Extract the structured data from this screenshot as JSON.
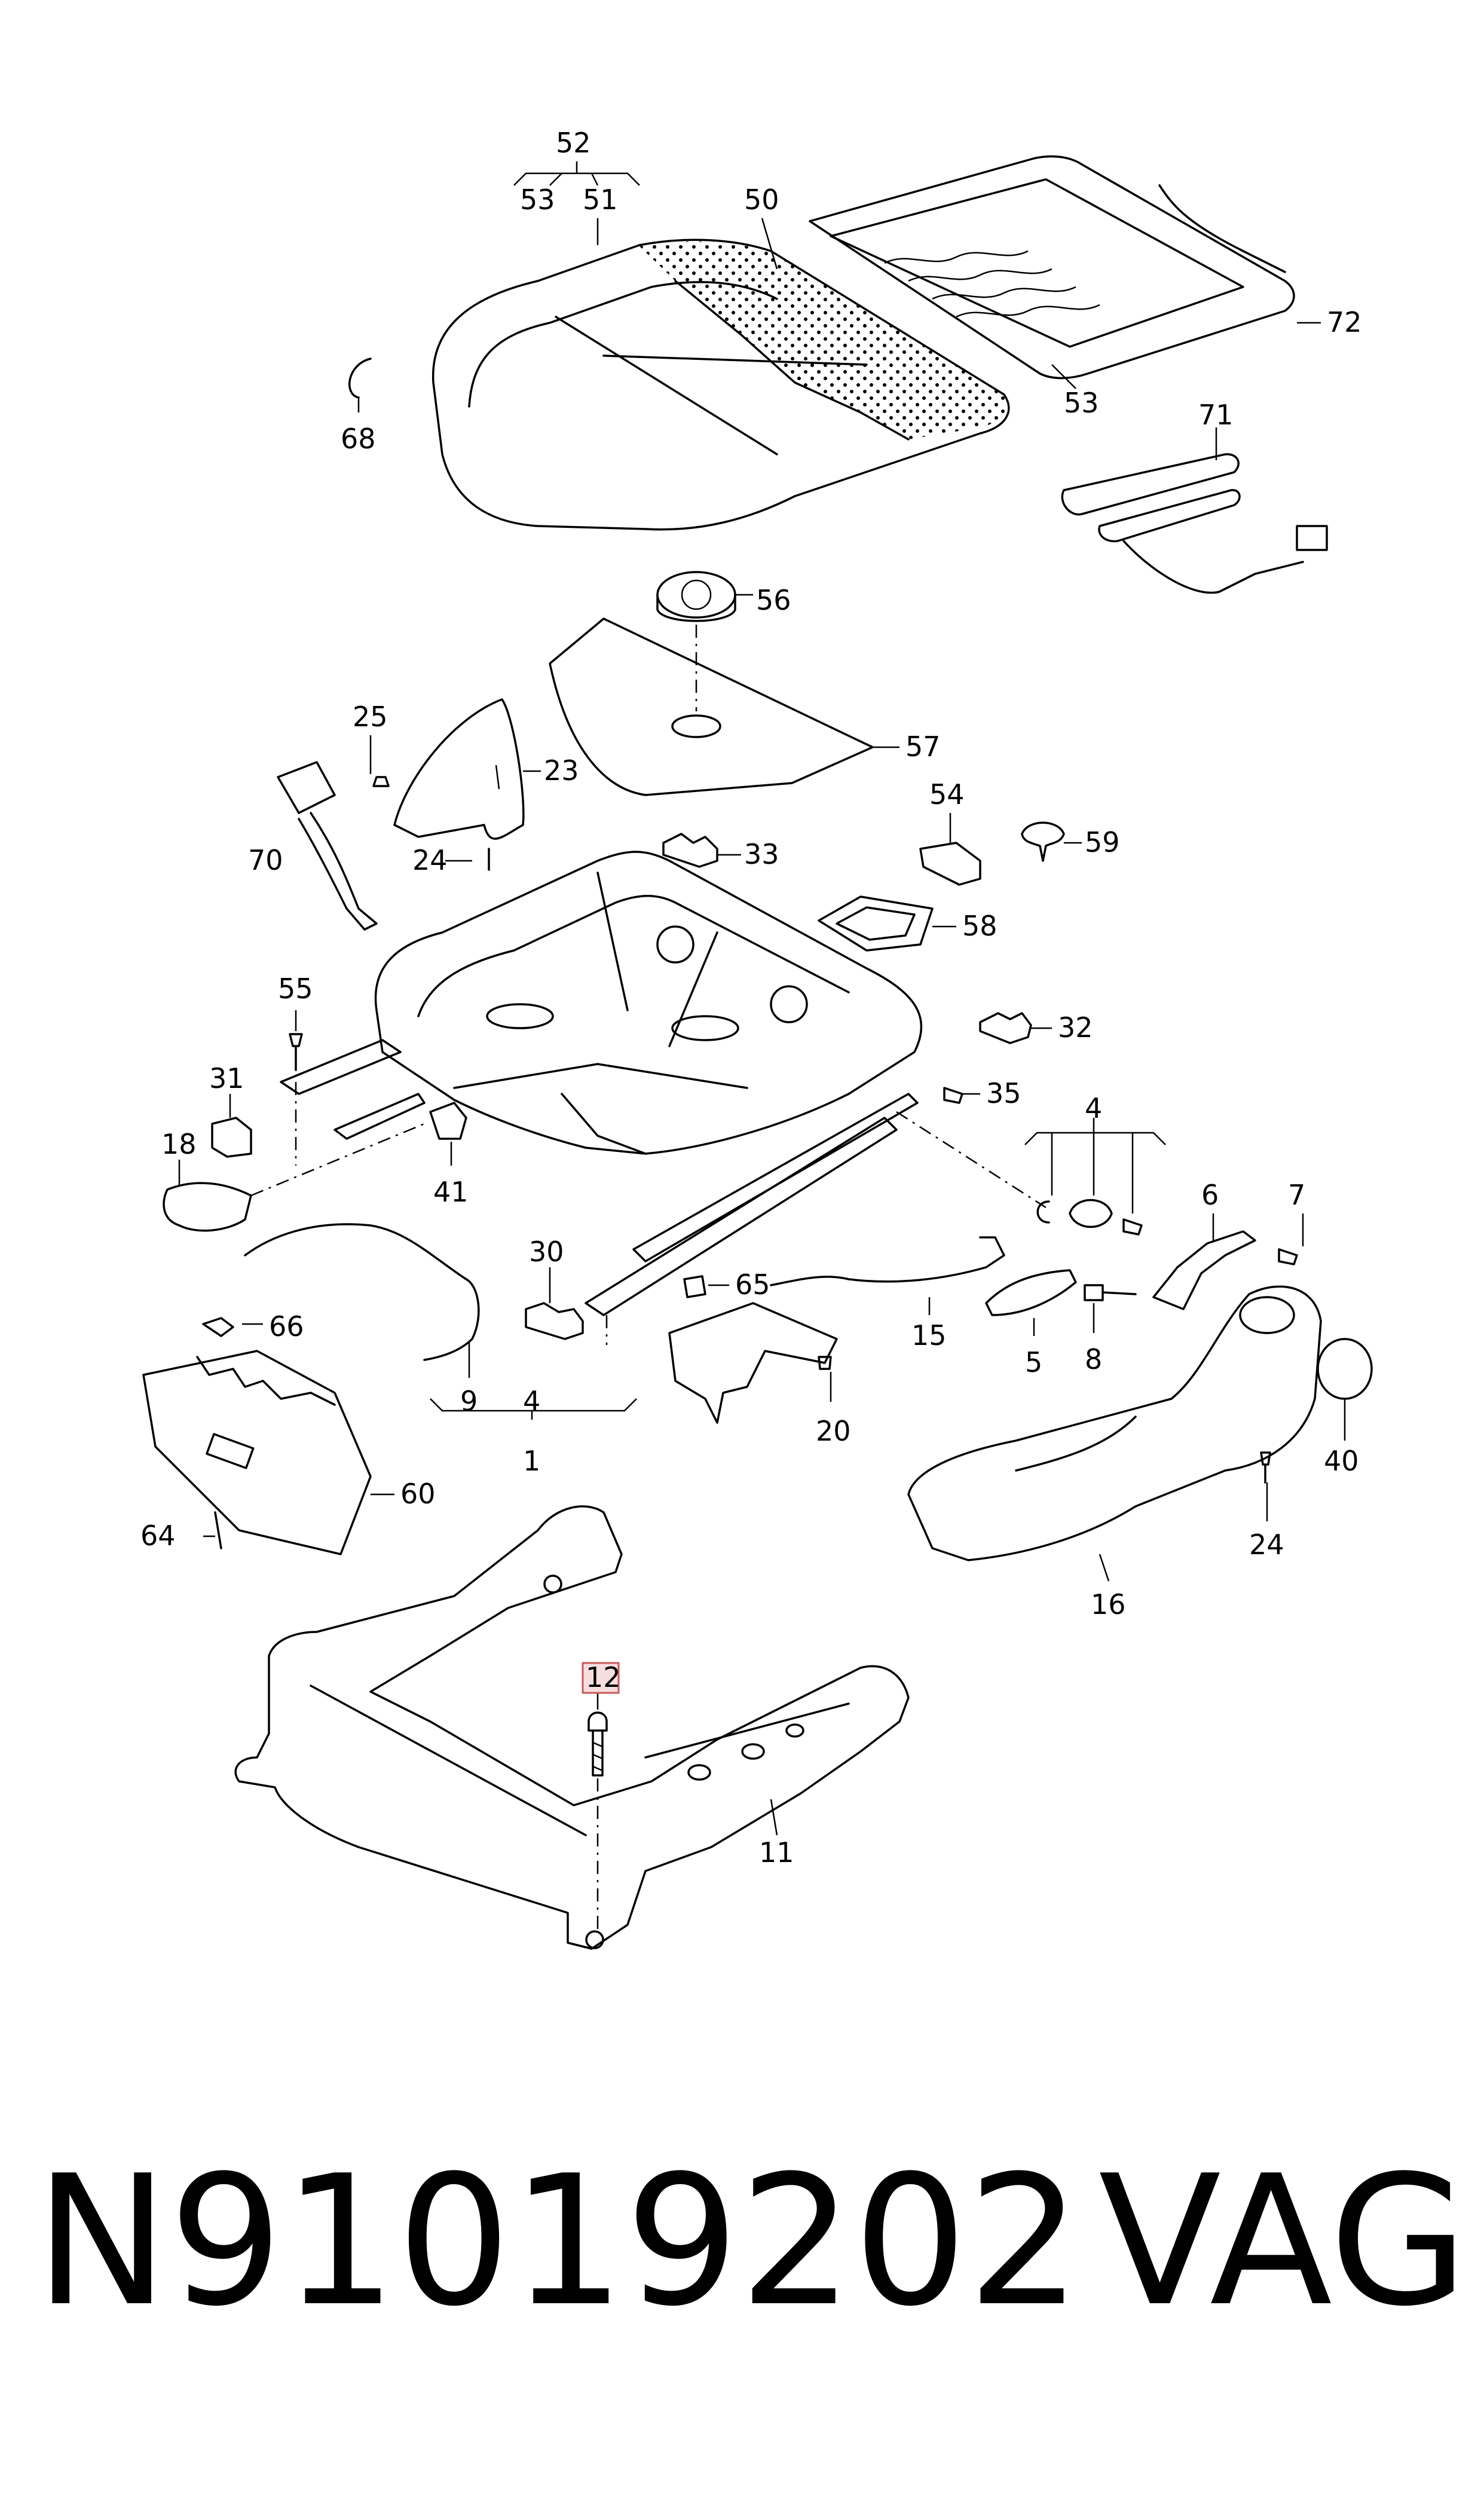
{
  "callouts": {
    "c52": "52",
    "c53a": "53",
    "c51": "51",
    "c50": "50",
    "c72": "72",
    "c68": "68",
    "c53b": "53",
    "c71": "71",
    "c56": "56",
    "c57": "57",
    "c25": "25",
    "c23": "23",
    "c70": "70",
    "c24a": "24",
    "c33": "33",
    "c54": "54",
    "c59": "59",
    "c58": "58",
    "c55": "55",
    "c32": "32",
    "c31": "31",
    "c35": "35",
    "c18": "18",
    "c41": "41",
    "c4a": "4",
    "c7": "7",
    "c6": "6",
    "c30": "30",
    "c65": "65",
    "c66": "66",
    "c15": "15",
    "c5": "5",
    "c8": "8",
    "c9": "9",
    "c4b": "4",
    "c1": "1",
    "c20": "20",
    "c40": "40",
    "c60": "60",
    "c64": "64",
    "c24b": "24",
    "c16": "16",
    "c12": "12",
    "c11": "11"
  },
  "highlighted_callout": "12",
  "footer": {
    "part_number": "N91019202",
    "brand": "VAG"
  },
  "colors": {
    "line": "#000000",
    "highlight_fill": "#f6dede",
    "highlight_stroke": "#c85a5a"
  }
}
